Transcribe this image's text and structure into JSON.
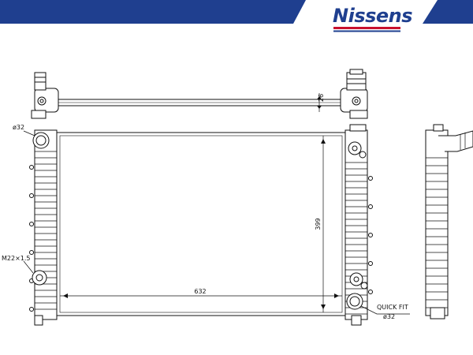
{
  "brand": {
    "name": "Nissens",
    "colors": {
      "blue": "#1f3f8f",
      "red": "#c8102e",
      "banner": "#1f3f8f"
    }
  },
  "drawing": {
    "subject": "radiator",
    "dimensions": {
      "width": "632",
      "height": "399",
      "depth": "26"
    },
    "callouts": {
      "outlet_top": "ø32",
      "drain_thread": "M22×1.5",
      "quick_fit_line1": "QUICK FIT",
      "quick_fit_line2": "ø32"
    }
  }
}
